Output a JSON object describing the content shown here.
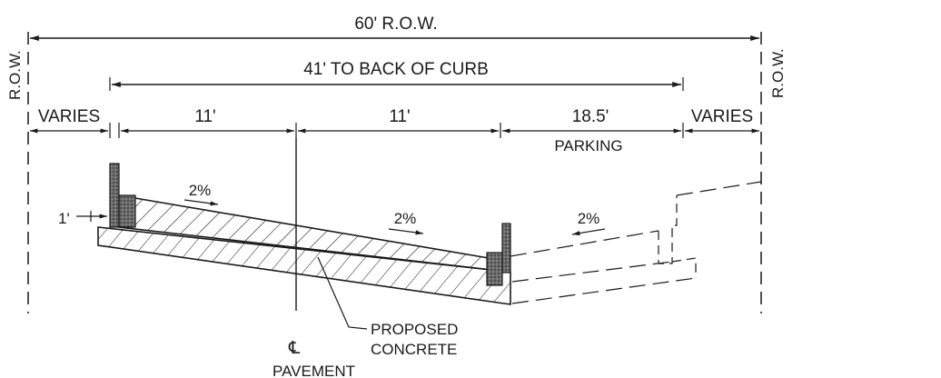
{
  "dimensions": {
    "row_total": "60' R.O.W.",
    "back_of_curb": "41' TO BACK OF CURB",
    "left_varies": "VARIES",
    "right_varies": "VARIES",
    "lane_left": "11'",
    "lane_right": "11'",
    "parking_width": "18.5'",
    "curb_depth": "1'"
  },
  "labels": {
    "row_left": "R.O.W.",
    "row_right": "R.O.W.",
    "parking": "PARKING",
    "centerline": "℄",
    "proposed_line1": "PROPOSED",
    "proposed_line2": "CONCRETE",
    "proposed_line3": "PAVEMENT"
  },
  "slopes": {
    "left_lane": "2%",
    "right_lane": "2%",
    "parking": "2%"
  }
}
